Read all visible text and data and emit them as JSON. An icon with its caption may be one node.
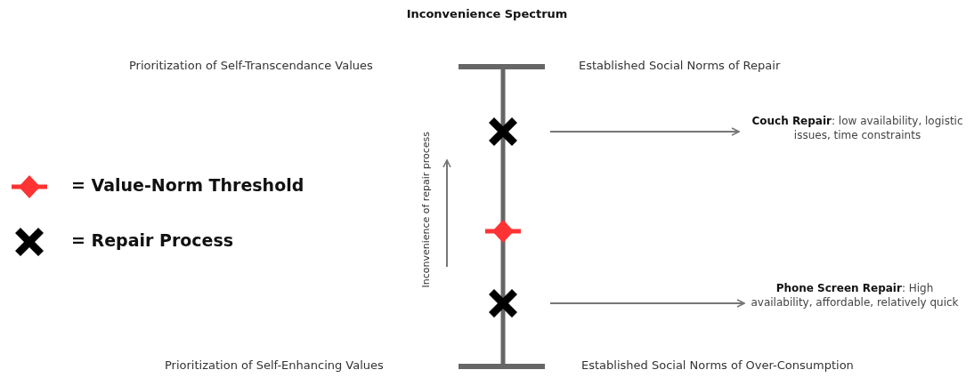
{
  "diagram": {
    "title": "Inconvenience Spectrum",
    "nodes": [
      {
        "text": [],
        "shape": "cross"
      },
      {
        "text": [
          "**Couch Repair**: low availability, logistic issues, time constraints"
        ]
      },
      {
        "text": [],
        "shape": "cross"
      },
      {
        "text": [
          "**Phone Screen Repair**: High availability,  affordable, relatively quick"
        ]
      }
    ],
    "edges": [
      {
        "from": 0,
        "to": 1,
        "arrow": "to"
      },
      {
        "from": 2,
        "to": 3,
        "arrow": "to"
      }
    ],
    "labels": [
      "Prioritization of Self-Transcendance Values",
      "Established Social Norms of Repair",
      "Inconvenience of repair process",
      "Prioritization of Self-Enhancing Values",
      "Established Social Norms of Over-Consumption"
    ],
    "legend": [
      {
        "text": "= Value-Norm Threshold"
      },
      {
        "text": "= Repair Process"
      }
    ]
  }
}
